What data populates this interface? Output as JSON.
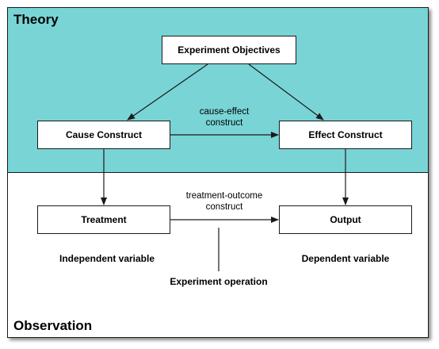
{
  "sections": {
    "top_label": "Theory",
    "bottom_label": "Observation"
  },
  "boxes": {
    "objectives": "Experiment Objectives",
    "cause": "Cause Construct",
    "effect": "Effect Construct",
    "treatment": "Treatment",
    "output": "Output"
  },
  "edge_labels": {
    "cause_effect": [
      "cause-effect",
      "construct"
    ],
    "treatment_outcome": [
      "treatment-outcome",
      "construct"
    ]
  },
  "annotations": {
    "independent": "Independent variable",
    "dependent": "Dependent variable",
    "operation": "Experiment operation"
  },
  "colors": {
    "theory_band": "#79d4d6",
    "line": "#1a1a1a"
  }
}
